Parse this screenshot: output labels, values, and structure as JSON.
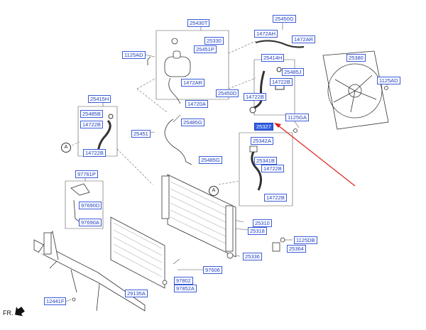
{
  "parts": {
    "p25430T": "25430T",
    "p25330": "25330",
    "p25451P": "25451P",
    "p1125AD_left": "1125AD",
    "p1472AR_mid": "1472AR",
    "p25450D": "25450D",
    "p14720A": "14720A",
    "p25450G": "25450G",
    "p1472AH": "1472AH",
    "p1472AR_right": "1472AR",
    "p25414H": "25414H",
    "p25485J": "25485J",
    "p14722B_top": "14722B",
    "p14722B_left": "14722B",
    "p25380": "25380",
    "p1125AD_right": "1125AD",
    "p25415H": "25415H",
    "p25485B": "25485B",
    "p14722B_a": "14722B",
    "p14722B_b": "14722B",
    "p1125GA": "1125GA",
    "p25451": "25451",
    "p25485G_top": "25485G",
    "p25485G_bot": "25485G",
    "p25327": "25327",
    "p25342A": "25342A",
    "p25341B": "25341B",
    "p14722B_c": "14722B",
    "p14722B_d": "14722B",
    "p97761P": "97761P",
    "p97690D": "97690D",
    "p97690A": "97690A",
    "p25310": "25310",
    "p25318": "25318",
    "p1125DB": "1125DB",
    "p25364": "25364",
    "p25336": "25336",
    "p97606": "97606",
    "p97802": "97802",
    "p97852A": "97852A",
    "p12441F": "12441F",
    "p29135A": "29135A"
  },
  "callouts": {
    "a1": "A",
    "a2": "A"
  },
  "front_label": "FR.",
  "colors": {
    "label_border": "#3a5bd9",
    "label_text": "#1f3fbf",
    "highlight": "#2f5fe0",
    "arrow": "#e0201c",
    "line": "#555555"
  }
}
